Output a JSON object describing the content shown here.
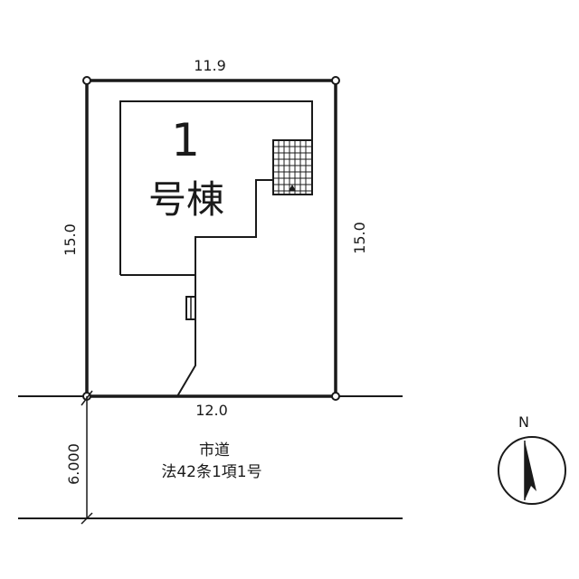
{
  "dimensions": {
    "top": "11.9",
    "left": "15.0",
    "right": "15.0",
    "bottom": "12.0",
    "road_width": "6.000"
  },
  "building": {
    "number": "1",
    "label": "号棟"
  },
  "road": {
    "line1": "市道",
    "line2": "法42条1項1号"
  },
  "compass": {
    "label": "N"
  }
}
